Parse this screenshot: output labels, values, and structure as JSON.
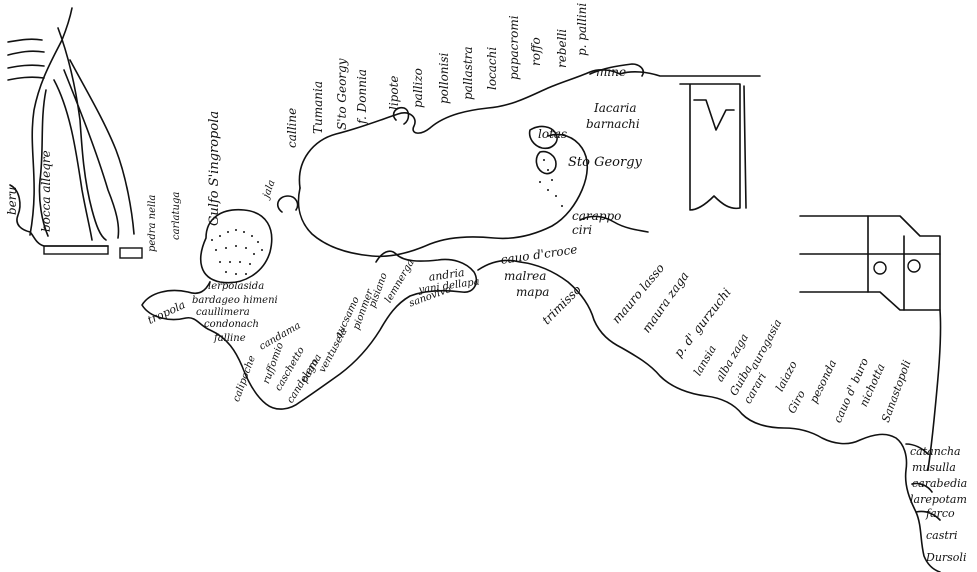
{
  "map": {
    "colors": {
      "ink": "#111111",
      "paper": "#ffffff"
    },
    "labels": [
      {
        "id": "lbl-beru",
        "text": "beru"
      },
      {
        "id": "lbl-bocca-alleque",
        "text": "bocca alleqre"
      },
      {
        "id": "lbl-pedra-nella",
        "text": "pedra nella"
      },
      {
        "id": "lbl-carlatuga",
        "text": "carlatuga"
      },
      {
        "id": "lbl-gulfo-sangropola",
        "text": "Gulfo S'ingropola"
      },
      {
        "id": "lbl-jala",
        "text": "jala"
      },
      {
        "id": "lbl-calline",
        "text": "calline"
      },
      {
        "id": "lbl-tumania",
        "text": "Tumania"
      },
      {
        "id": "lbl-sto-georgy-1",
        "text": "S'to Georgy"
      },
      {
        "id": "lbl-fo-donnia",
        "text": "f. Donnia"
      },
      {
        "id": "lbl-lipote",
        "text": "lipote"
      },
      {
        "id": "lbl-pallizo",
        "text": "pallizo"
      },
      {
        "id": "lbl-pollonisi",
        "text": "pollonisi"
      },
      {
        "id": "lbl-pallastra",
        "text": "pallastra"
      },
      {
        "id": "lbl-locachi",
        "text": "locachi"
      },
      {
        "id": "lbl-papacromi",
        "text": "papacromi"
      },
      {
        "id": "lbl-roffo",
        "text": "roffo"
      },
      {
        "id": "lbl-rebelli",
        "text": "rebelli"
      },
      {
        "id": "lbl-p-pallini",
        "text": "p. pallini"
      },
      {
        "id": "lbl-mine",
        "text": "mine"
      },
      {
        "id": "lbl-iacaria",
        "text": "Iacaria"
      },
      {
        "id": "lbl-barnachi",
        "text": "barnachi"
      },
      {
        "id": "lbl-lotas",
        "text": "lotas"
      },
      {
        "id": "lbl-sto-georgy-2",
        "text": "Sto Georgy"
      },
      {
        "id": "lbl-carappo",
        "text": "carappo"
      },
      {
        "id": "lbl-ciri",
        "text": "ciri"
      },
      {
        "id": "lbl-cauo-croce",
        "text": "cauo d'croce"
      },
      {
        "id": "lbl-malrea",
        "text": "malrea"
      },
      {
        "id": "lbl-mapa",
        "text": "mapa"
      },
      {
        "id": "lbl-trimisso",
        "text": "trimisso"
      },
      {
        "id": "lbl-mauro-lasso",
        "text": "mauro lasso"
      },
      {
        "id": "lbl-maura-zaga",
        "text": "maura zaga"
      },
      {
        "id": "lbl-p-gurzuchi",
        "text": "p. d' gurzuchi"
      },
      {
        "id": "lbl-lansia",
        "text": "lansia"
      },
      {
        "id": "lbl-alba-zaga",
        "text": "alba zaga"
      },
      {
        "id": "lbl-guiba",
        "text": "Guiba"
      },
      {
        "id": "lbl-aurogasia",
        "text": "aurogasia"
      },
      {
        "id": "lbl-carari",
        "text": "carari"
      },
      {
        "id": "lbl-laiazo",
        "text": "laiazo"
      },
      {
        "id": "lbl-giro",
        "text": "Giro"
      },
      {
        "id": "lbl-pesonda",
        "text": "pesonda"
      },
      {
        "id": "lbl-cauo-buro",
        "text": "cauo d' buro"
      },
      {
        "id": "lbl-nichotta",
        "text": "nichotta"
      },
      {
        "id": "lbl-sanastopoli",
        "text": "Sanastopoli"
      },
      {
        "id": "lbl-catancha",
        "text": "catancha"
      },
      {
        "id": "lbl-musulla",
        "text": "musulla"
      },
      {
        "id": "lbl-carabedia",
        "text": "carabedia"
      },
      {
        "id": "lbl-larepotam",
        "text": "larepotam"
      },
      {
        "id": "lbl-farco",
        "text": "farco"
      },
      {
        "id": "lbl-castri",
        "text": "castri"
      },
      {
        "id": "lbl-dursoli",
        "text": "Dursoli"
      },
      {
        "id": "lbl-tropola",
        "text": "tropola"
      },
      {
        "id": "lbl-lerpolasida",
        "text": "lerpolasida"
      },
      {
        "id": "lbl-bardageo-himeni",
        "text": "bardageo himeni"
      },
      {
        "id": "lbl-caulliniera",
        "text": "caullimera"
      },
      {
        "id": "lbl-condonach",
        "text": "condonach"
      },
      {
        "id": "lbl-falline",
        "text": "falline"
      },
      {
        "id": "lbl-calipoche",
        "text": "calipoche"
      },
      {
        "id": "lbl-candama",
        "text": "candama"
      },
      {
        "id": "lbl-ruffomio",
        "text": "ruffomio"
      },
      {
        "id": "lbl-caschetto",
        "text": "caschetto"
      },
      {
        "id": "lbl-candelero",
        "text": "candelero"
      },
      {
        "id": "lbl-pagna",
        "text": "pagna"
      },
      {
        "id": "lbl-ventusela",
        "text": "ventusela"
      },
      {
        "id": "lbl-aucsamo",
        "text": "aucsamo"
      },
      {
        "id": "lbl-pionmer",
        "text": "pionmer"
      },
      {
        "id": "lbl-pisiano",
        "text": "pisiano"
      },
      {
        "id": "lbl-andria",
        "text": "andria"
      },
      {
        "id": "lbl-yani-dellapa",
        "text": "yani dellapa"
      },
      {
        "id": "lbl-sanovivo",
        "text": "sanovivo"
      },
      {
        "id": "lbl-lemnerga",
        "text": "lemnerga"
      }
    ]
  }
}
